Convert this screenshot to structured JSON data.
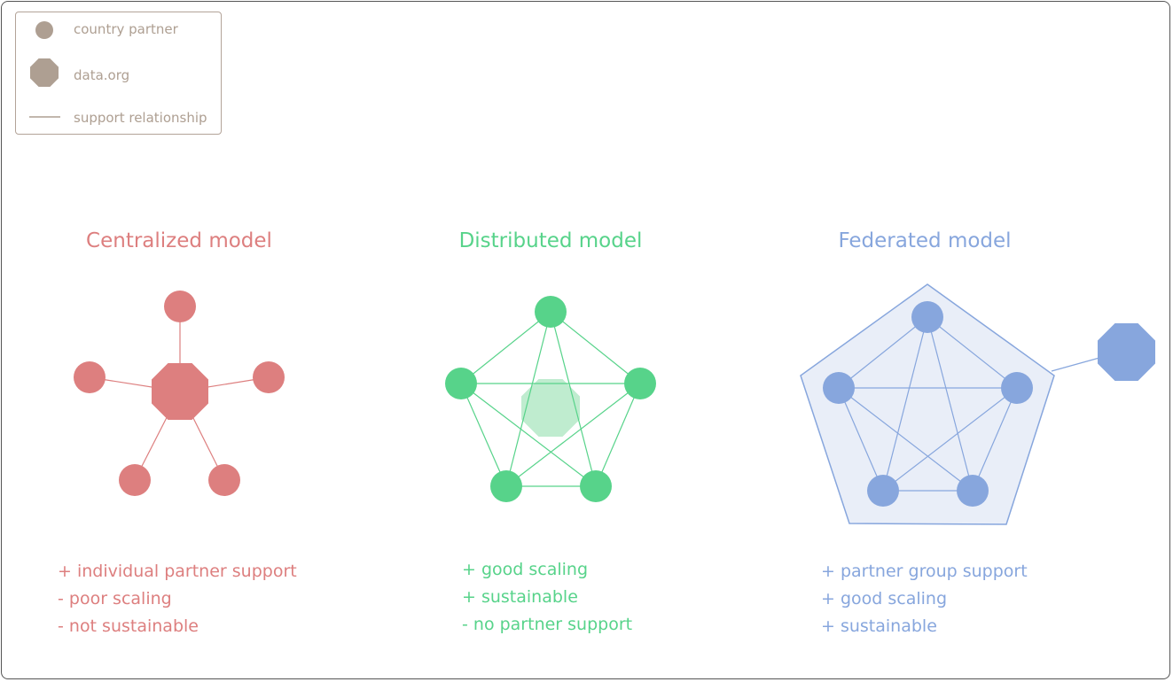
{
  "colors": {
    "legend": "#ae9f92",
    "centralized": "#dd7f7f",
    "distributed": "#57d38a",
    "distributed_hub": "#bfeccf",
    "federated": "#87a6dd",
    "federated_fill": "#e9eef8",
    "frame": "#555555"
  },
  "legend": {
    "country_partner": "country partner",
    "data_org": "data.org",
    "support_relationship": "support relationship"
  },
  "models": {
    "centralized": {
      "title": "Centralized model",
      "points": [
        "+  individual partner support",
        "- poor scaling",
        "- not sustainable"
      ]
    },
    "distributed": {
      "title": "Distributed model",
      "points": [
        "+ good scaling",
        "+ sustainable",
        "- no partner support"
      ]
    },
    "federated": {
      "title": "Federated model",
      "points": [
        "+ partner group support",
        "+ good scaling",
        "+ sustainable"
      ]
    }
  }
}
